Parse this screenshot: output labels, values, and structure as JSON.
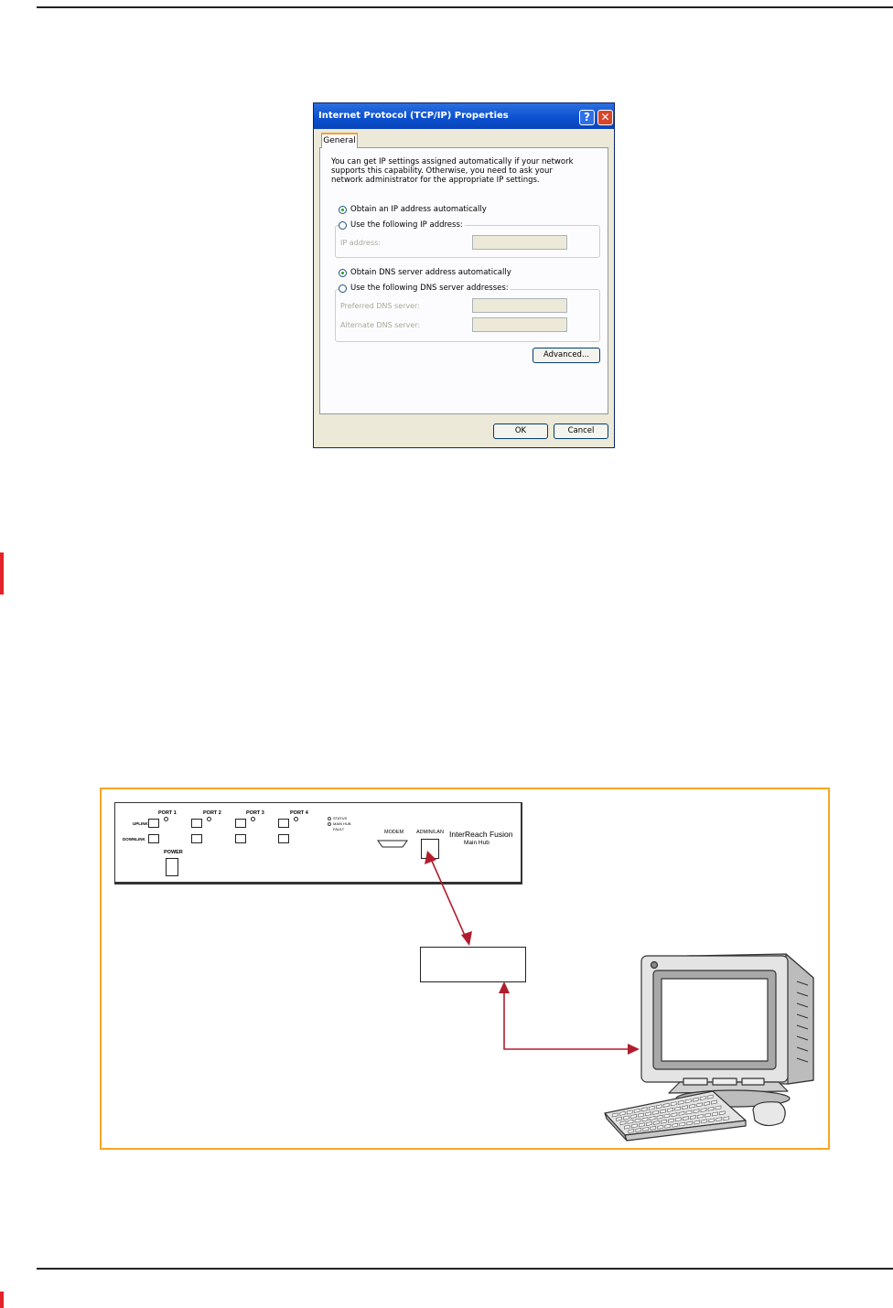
{
  "dialog": {
    "title": "Internet Protocol (TCP/IP) Properties",
    "help_glyph": "?",
    "close_glyph": "✕",
    "tab_general": "General",
    "intro_text": "You can get IP settings assigned automatically if your network supports this capability. Otherwise, you need to ask your network administrator for the appropriate IP settings.",
    "radio_obtain_ip": "Obtain an IP address automatically",
    "radio_use_ip": "Use the following IP address:",
    "label_ip_address": "IP address:",
    "radio_obtain_dns": "Obtain DNS server address automatically",
    "radio_use_dns": "Use the following DNS server addresses:",
    "label_preferred_dns": "Preferred DNS server:",
    "label_alternate_dns": "Alternate DNS server:",
    "advanced_button": "Advanced...",
    "ok_button": "OK",
    "cancel_button": "Cancel"
  },
  "diagram": {
    "port1": "PORT 1",
    "port2": "PORT 2",
    "port3": "PORT 3",
    "port4": "PORT 4",
    "uplink": "UPLINK",
    "downlink": "DOWNLINK",
    "power": "POWER",
    "status_1": "STATUS",
    "status_2": "MAIN HUB",
    "status_3": "FAULT",
    "modem": "MODEM",
    "admin_lan": "ADMIN/LAN",
    "brand_name": "InterReach Fusion",
    "brand_sub": "Main Hub",
    "arrow_color": "#b01e2e",
    "frame_color": "#f5a623"
  },
  "page": {
    "accent_red": "#e3222a"
  }
}
